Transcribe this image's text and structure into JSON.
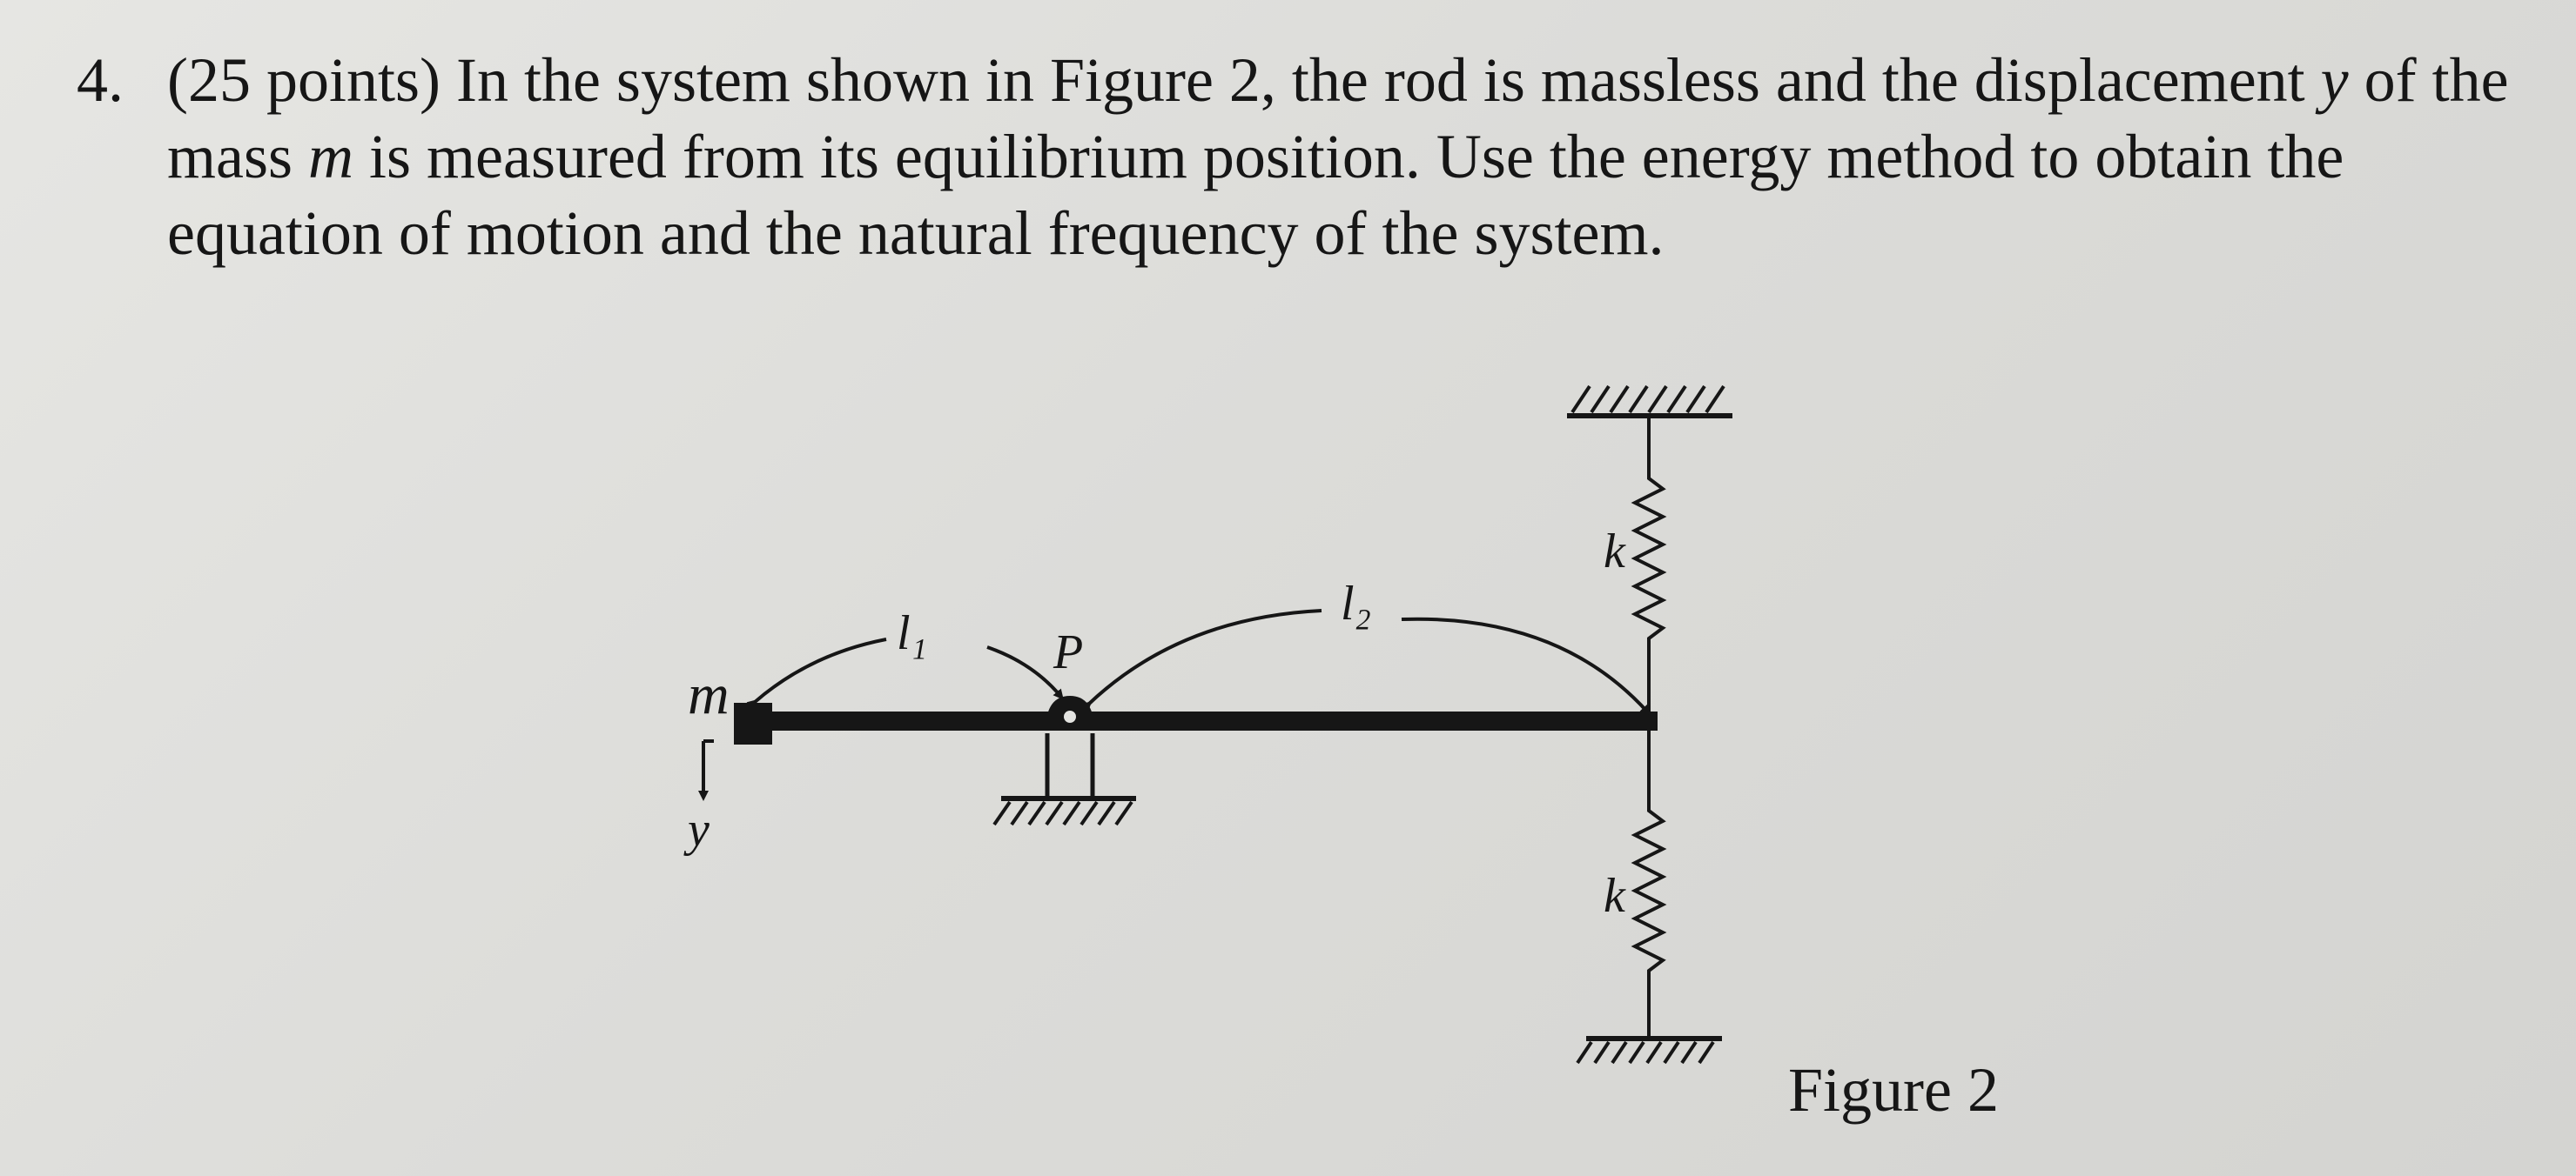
{
  "problem": {
    "number": "4.",
    "points": "(25 points)",
    "segments": [
      " In the system shown in Figure 2, the rod is massless and the displacement ",
      "y",
      " of the mass ",
      "m",
      " is measured from its equilibrium position. Use the energy method to obtain the equation of motion and the natural frequency of the system."
    ]
  },
  "figure": {
    "labels": {
      "mass": "m",
      "displacement": "y",
      "pivot": "P",
      "length_1": "l₁",
      "length_2": "l₂",
      "spring_top": "k",
      "spring_bottom": "k"
    },
    "caption": "Figure 2"
  }
}
